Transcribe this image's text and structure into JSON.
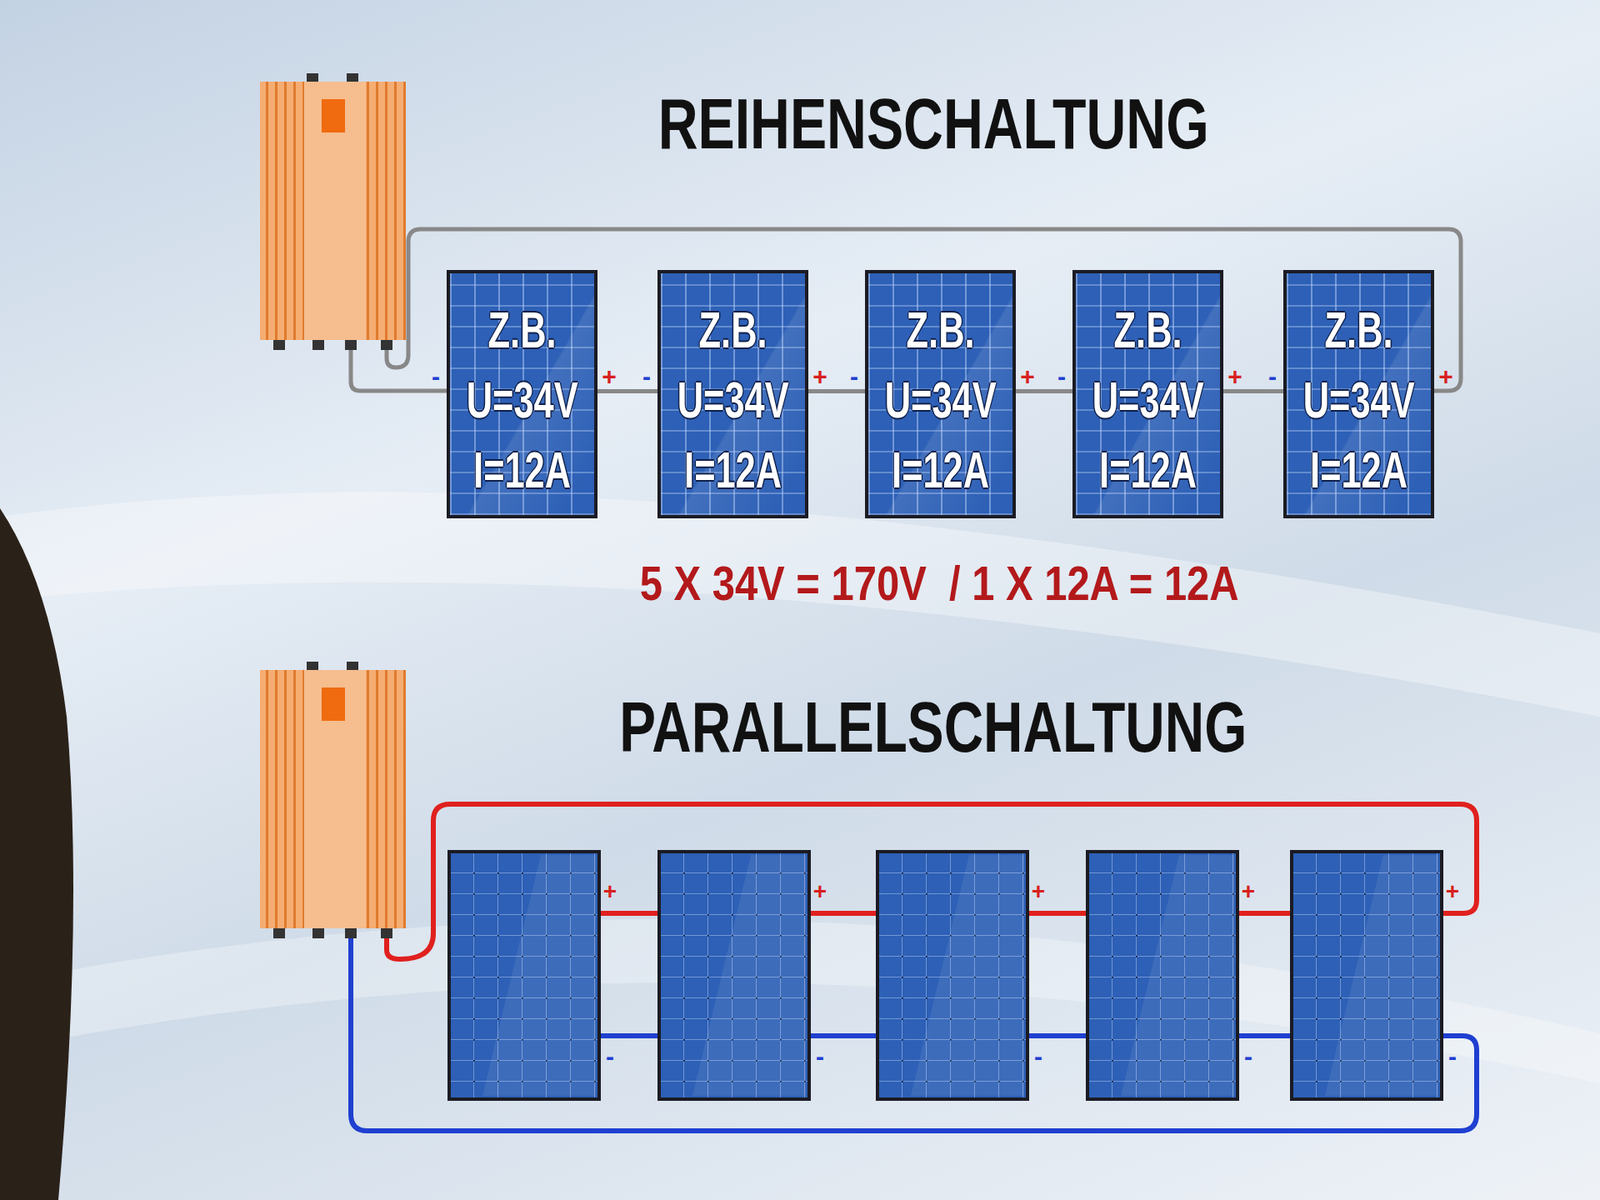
{
  "diagram": {
    "title": "REIHENSCHALTUNG",
    "nodes": [
      {
        "text": [
          "Z.B.",
          "U=34V",
          "I=12A"
        ]
      },
      {
        "text": [
          "Z.B.",
          "U=34V",
          "I=12A"
        ]
      },
      {
        "text": [
          "Z.B.",
          "U=34V",
          "I=12A"
        ]
      },
      {
        "text": [
          "Z.B.",
          "U=34V",
          "I=12A"
        ]
      },
      {
        "text": [
          "Z.B.",
          "U=34V",
          "I=12A"
        ]
      }
    ],
    "edges": [
      {
        "from": 0,
        "to": 1,
        "arrow": "none"
      },
      {
        "from": 1,
        "to": 2,
        "arrow": "none"
      },
      {
        "from": 2,
        "to": 3,
        "arrow": "none"
      },
      {
        "from": 3,
        "to": 4,
        "arrow": "none"
      }
    ],
    "labels": [
      "5 X 34V = 170V  / 1 X 12A = 12A",
      "PARALLELSCHALTUNG",
      "-",
      "+",
      "-",
      "+",
      "-",
      "+",
      "-",
      "+",
      "-",
      "+",
      "+",
      "-",
      "+",
      "-",
      "+",
      "-",
      "+",
      "-",
      "+",
      "-"
    ]
  }
}
